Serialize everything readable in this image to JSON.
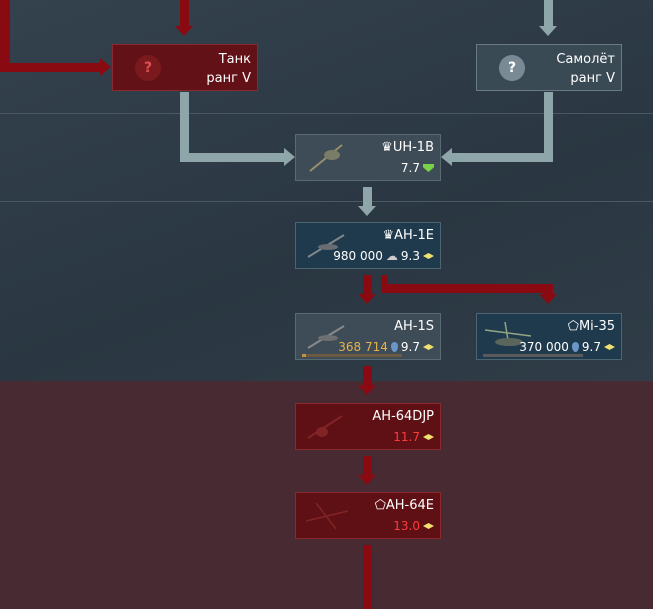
{
  "research_tree": {
    "prereqs": [
      {
        "name": "Танк",
        "rank": "ранг V",
        "icon": "question-icon",
        "state": "locked-red"
      },
      {
        "name": "Самолёт",
        "rank": "ранг V",
        "icon": "question-icon",
        "state": "unknown"
      }
    ],
    "vehicles": [
      {
        "id": "uh1b",
        "name": "UH-1B",
        "prefix_icon": "premium-squadron-icon",
        "br": "7.7",
        "br_icon": "shield-icon",
        "cost": ""
      },
      {
        "id": "ah1e",
        "name": "AH-1E",
        "prefix_icon": "premium-squadron-icon",
        "br": "9.3",
        "br_icon": "diamond-icon",
        "cost": "980 000",
        "cost_icon": "research-points-icon"
      },
      {
        "id": "ah1s",
        "name": "AH-1S",
        "br": "9.7",
        "cost": "368 714",
        "cost_icon": "drop-icon",
        "progress": 0.04
      },
      {
        "id": "mi35",
        "name": "Mi-35",
        "prefix_icon": "pentagon-icon",
        "br": "9.7",
        "cost": "370 000",
        "cost_icon": "drop-icon",
        "progress": 0
      },
      {
        "id": "ah64djp",
        "name": "AH-64DJP",
        "br": "11.7"
      },
      {
        "id": "ah64e",
        "name": "AH-64E",
        "prefix_icon": "pentagon-icon",
        "br": "13.0"
      }
    ],
    "colors": {
      "locked": "#8a0a12",
      "researched": "#8ea6aa",
      "br_locked": "#ff3b3b",
      "cost_progress": "#e6b24c"
    }
  }
}
